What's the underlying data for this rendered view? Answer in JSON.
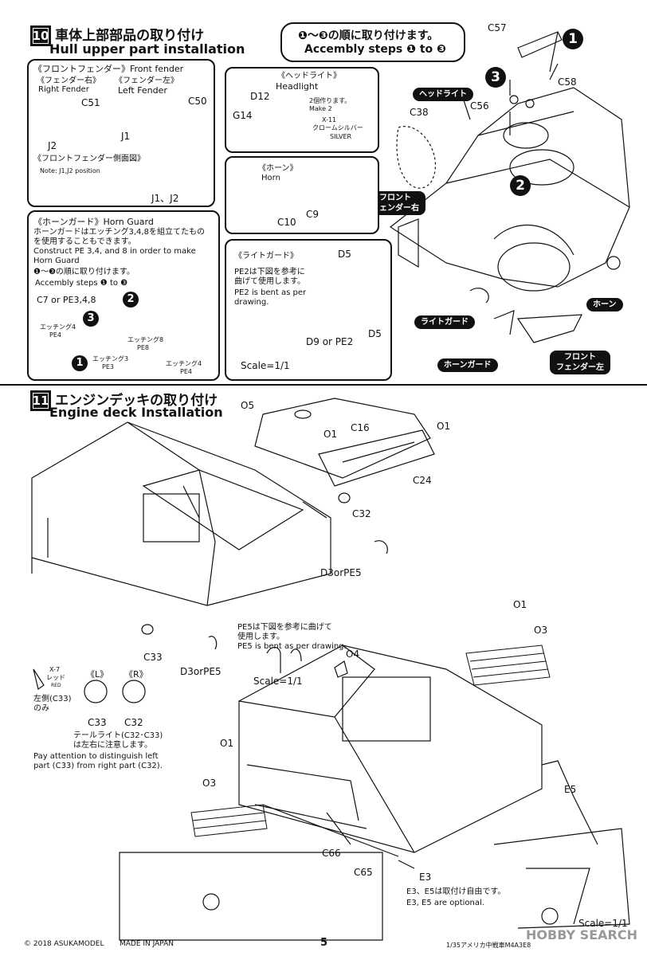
{
  "step10": {
    "number": "10",
    "title_jp": "車体上部部品の取り付け",
    "title_en": "Hull upper part installation",
    "callout_jp": "❶～❸の順に取り付けます。",
    "callout_en": "Accembly steps ❶ to ❸",
    "front_fender": {
      "title": "《フロントフェンダー》Front fender",
      "right_jp": "《フェンダー右》",
      "right_en": "Right Fender",
      "left_jp": "《フェンダー左》",
      "left_en": "Left Fender",
      "parts": [
        "C51",
        "C50",
        "J1",
        "J2"
      ],
      "side_title": "《フロントフェンダー側面図》",
      "side_note": "Note: J1,J2 position",
      "side_parts": "J1、J2"
    },
    "headlight": {
      "title_jp": "《ヘッドライト》",
      "title_en": "Headlight",
      "parts": [
        "D12",
        "G14"
      ],
      "make_jp": "2個作ります。",
      "make_en": "Make 2",
      "paint_code": "X-11",
      "paint_jp": "クロームシルバー",
      "paint_en": "SILVER"
    },
    "horn": {
      "title_jp": "《ホーン》",
      "title_en": "Horn",
      "parts": [
        "C10",
        "C9"
      ]
    },
    "horn_guard": {
      "title": "《ホーンガード》Horn Guard",
      "jp1": "ホーンガードはエッチング3,4,8を組立てたもの",
      "jp2": "を使用することもできます。",
      "en1": "Construct PE 3,4, and 8 in order to make",
      "en2": "Horn Guard",
      "steps_jp": "❶～❸の順に取り付けます。",
      "steps_en": "Accembly steps ❶ to ❸",
      "option": "C7 or PE3,4,8",
      "pe4a_jp": "エッチング4",
      "pe4a": "PE4",
      "pe8_jp": "エッチング8",
      "pe8": "PE8",
      "pe3_jp": "エッチング3",
      "pe3": "PE3",
      "pe4b_jp": "エッチング4",
      "pe4b": "PE4"
    },
    "light_guard": {
      "title": "《ライトガード》",
      "jp1": "PE2は下図を参考に",
      "jp2": "曲げて使用します。",
      "en1": "PE2 is bent as per",
      "en2": "drawing.",
      "parts": [
        "D5",
        "D9 or PE2",
        "D5"
      ],
      "scale": "Scale=1/1"
    },
    "main_parts": [
      "C57",
      "C58",
      "C56",
      "C38"
    ],
    "labels": {
      "headlight": "ヘッドライト",
      "front_fender_right": "フロント\nフェンダー右",
      "light_guard": "ライトガード",
      "horn_guard": "ホーンガード",
      "horn": "ホーン",
      "front_fender_left": "フロント\nフェンダー左"
    }
  },
  "step11": {
    "number": "11",
    "title_jp": "エンジンデッキの取り付け",
    "title_en": "Engine deck Installation",
    "parts_top": [
      "O5",
      "O1",
      "C16",
      "O1",
      "C24",
      "C32",
      "D3orPE5",
      "C33",
      "D3orPE5"
    ],
    "pe5_jp1": "PE5は下図を参考に曲げて",
    "pe5_jp2": "使用します。",
    "pe5_en": "PE5 is bent as per drawing.",
    "scale": "Scale=1/1",
    "tail_light": {
      "paint_code": "X-7",
      "paint_jp": "レッド",
      "paint_en": "RED",
      "left_note1": "左側(C33)",
      "left_note2": "のみ",
      "L": "《L》",
      "R": "《R》",
      "left_part": "C33",
      "right_part": "C32",
      "note_jp1": "テールライト(C32･C33)",
      "note_jp2": "は左右に注意します。",
      "note_en1": "Pay attention to distinguish left",
      "note_en2": "part (C33) from right part (C32)."
    },
    "parts_bottom": [
      "O1",
      "O3",
      "O4",
      "O1",
      "O3",
      "C66",
      "C65",
      "E3",
      "E5"
    ],
    "optional_jp": "E3、E5は取付け自由です。",
    "optional_en": "E3, E5 are optional.",
    "scale2": "Scale=1/1"
  },
  "footer": {
    "copyright": "© 2018 ASUKAMODEL",
    "made": "MADE IN JAPAN",
    "page": "5",
    "model": "1/35アメリカ中戦車M4A3E8",
    "watermark": "HOBBY SEARCH"
  }
}
